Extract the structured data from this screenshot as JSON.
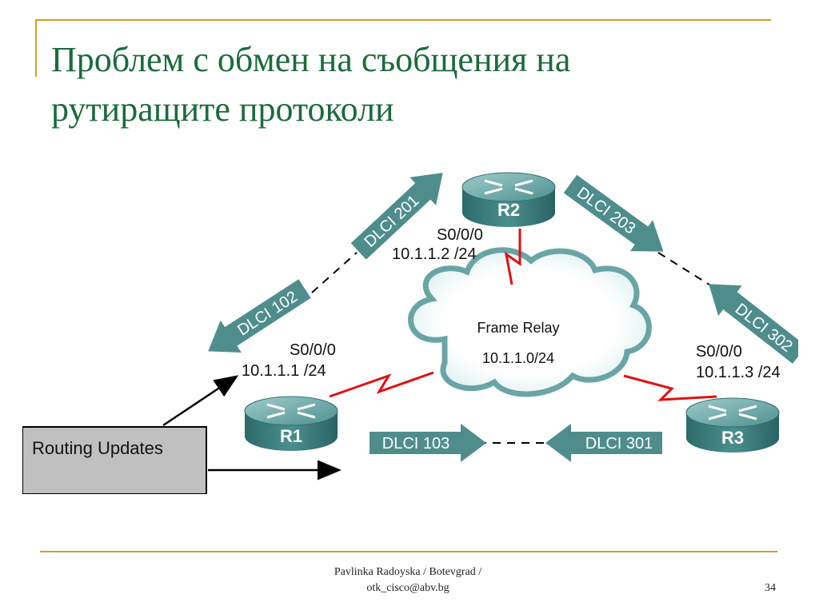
{
  "slide": {
    "title_line1": "Проблем с обмен на съобщения на",
    "title_line2": "рутиращите протоколи",
    "footer_line1": "Pavlinka Radoyska / Botevgrad /",
    "footer_line2": "otk_cisco@abv.bg",
    "page_number": "34"
  },
  "diagram": {
    "cloud_title": "Frame Relay",
    "cloud_network": "10.1.1.0/24",
    "routers": [
      {
        "name": "R1",
        "iface": "S0/0/0",
        "ip": "10.1.1.1 /24"
      },
      {
        "name": "R2",
        "iface": "S0/0/0",
        "ip": "10.1.1.2 /24"
      },
      {
        "name": "R3",
        "iface": "S0/0/0",
        "ip": "10.1.1.3 /24"
      }
    ],
    "dlci": {
      "d201": "DLCI 201",
      "d102": "DLCI 102",
      "d203": "DLCI 203",
      "d302": "DLCI 302",
      "d103": "DLCI 103",
      "d301": "DLCI 301"
    },
    "routing_updates_label": "Routing Updates",
    "colors": {
      "serial_link": "#e01010",
      "tag": "#4f8d8d",
      "router": "#3f8585"
    }
  }
}
